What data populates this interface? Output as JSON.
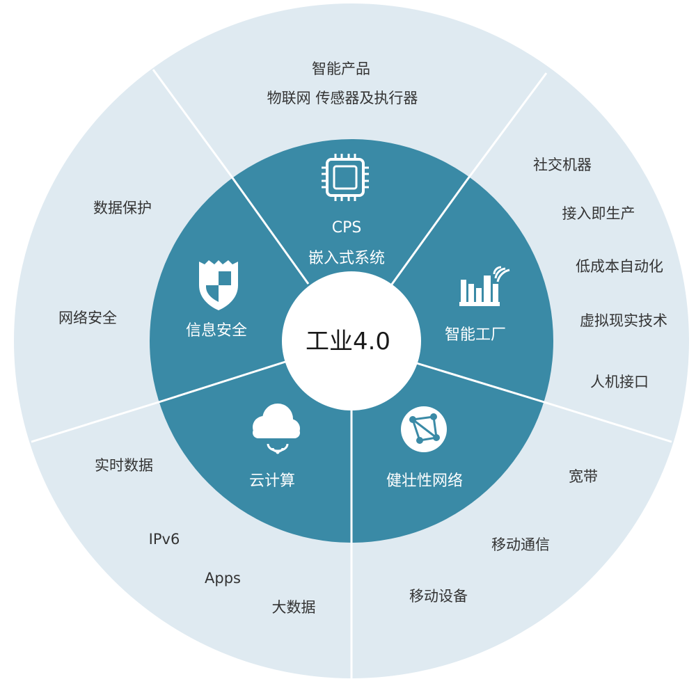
{
  "center": {
    "title": "工业4.0"
  },
  "colors": {
    "outer_ring": "#dfeaf1",
    "inner_ring": "#3a8aa6",
    "center_disc": "#ffffff",
    "divider": "#ffffff",
    "outer_text": "#333333",
    "inner_text": "#ffffff"
  },
  "segments": [
    {
      "id": "cps",
      "icon": "chip-icon",
      "labels": [
        "CPS",
        "嵌入式系统"
      ],
      "outer_items": [
        "智能产品",
        "物联网 传感器及执行器"
      ]
    },
    {
      "id": "smart-factory",
      "icon": "factory-icon",
      "labels": [
        "智能工厂"
      ],
      "outer_items": [
        "社交机器",
        "接入即生产",
        "低成本自动化",
        "虚拟现实技术",
        "人机接口"
      ]
    },
    {
      "id": "robust-network",
      "icon": "network-globe-icon",
      "labels": [
        "健壮性网络"
      ],
      "outer_items": [
        "宽带",
        "移动通信",
        "移动设备"
      ]
    },
    {
      "id": "cloud",
      "icon": "cloud-icon",
      "labels": [
        "云计算"
      ],
      "outer_items": [
        "实时数据",
        "IPv6",
        "Apps",
        "大数据"
      ]
    },
    {
      "id": "security",
      "icon": "shield-icon",
      "labels": [
        "信息安全"
      ],
      "outer_items": [
        "数据保护",
        "网络安全"
      ]
    }
  ]
}
